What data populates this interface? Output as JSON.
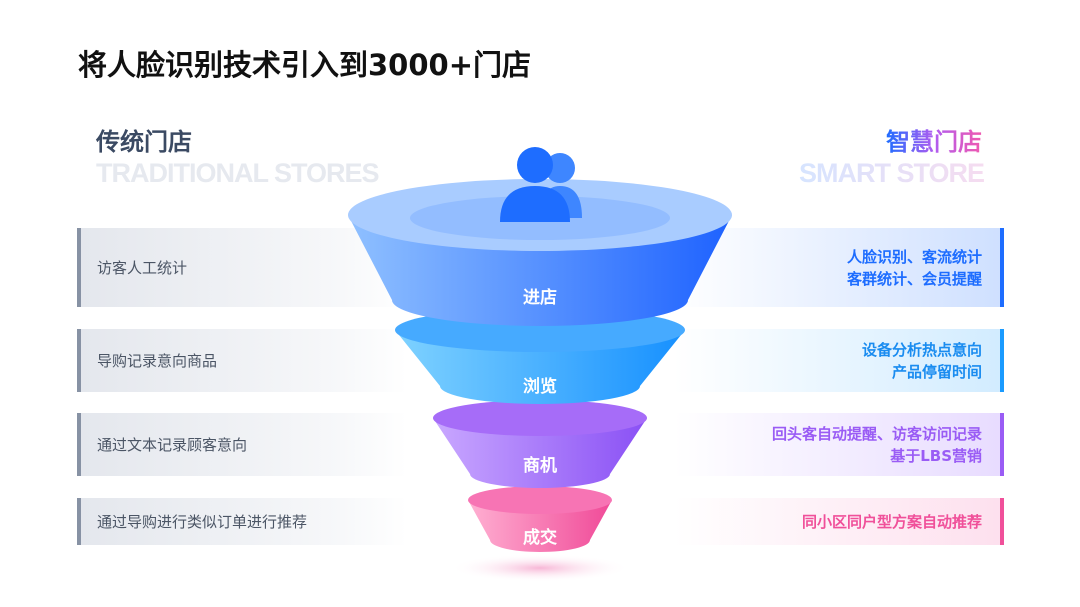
{
  "title": "将人脸识别技术引入到3000+门店",
  "left": {
    "heading": "传统门店",
    "subtitle": "TRADITIONAL STORES",
    "rows": [
      "访客人工统计",
      "导购记录意向商品",
      "通过文本记录顾客意向",
      "通过导购进行类似订单进行推荐"
    ]
  },
  "right": {
    "heading": "智慧门店",
    "subtitle": "SMART STORE",
    "rows": [
      [
        "人脸识别、客流统计",
        "客群统计、会员提醒"
      ],
      [
        "设备分析热点意向",
        "产品停留时间"
      ],
      [
        "回头客自动提醒、访客访问记录",
        "基于LBS营销"
      ],
      [
        "同小区同户型方案自动推荐"
      ]
    ]
  },
  "funnel": [
    "进店",
    "浏览",
    "商机",
    "成交"
  ],
  "colors": {
    "blue": "#1e6dff",
    "cyan": "#1a9bff",
    "purple": "#9a5cf5",
    "pink": "#f0509a"
  }
}
